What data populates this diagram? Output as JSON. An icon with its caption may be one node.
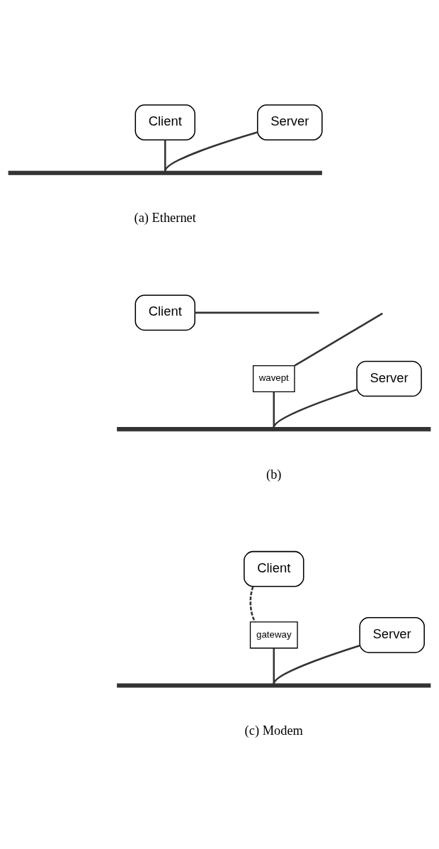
{
  "diagram": {
    "nodes": [
      {
        "text": [
          "Client"
        ]
      },
      {
        "text": [
          "Server"
        ]
      },
      {
        "text": [],
        "shape": "bar"
      },
      {
        "text": [
          "Client"
        ]
      },
      {
        "text": [
          "wavept"
        ]
      },
      {
        "text": [
          "Server"
        ]
      },
      {
        "text": [],
        "shape": "bar"
      },
      {
        "text": [
          "Client"
        ]
      },
      {
        "text": [
          "gateway"
        ]
      },
      {
        "text": [
          "Server"
        ]
      },
      {
        "text": [],
        "shape": "bar"
      }
    ],
    "edges": [
      {
        "from": 0,
        "to": 2,
        "arrow": "none"
      },
      {
        "from": 1,
        "to": 2,
        "arrow": "none"
      },
      {
        "from": 3,
        "to": null,
        "arrow": "none"
      },
      {
        "from": 4,
        "to": null,
        "arrow": "none"
      },
      {
        "from": 4,
        "to": 6,
        "arrow": "none"
      },
      {
        "from": 5,
        "to": 6,
        "arrow": "none"
      },
      {
        "from": 7,
        "to": 8,
        "arrow": "none",
        "style": "dashed"
      },
      {
        "from": 8,
        "to": 10,
        "arrow": "none"
      },
      {
        "from": 9,
        "to": 10,
        "arrow": "none"
      }
    ],
    "labels": [
      "(a) Ethernet",
      "(b)",
      "(c) Modem"
    ]
  }
}
